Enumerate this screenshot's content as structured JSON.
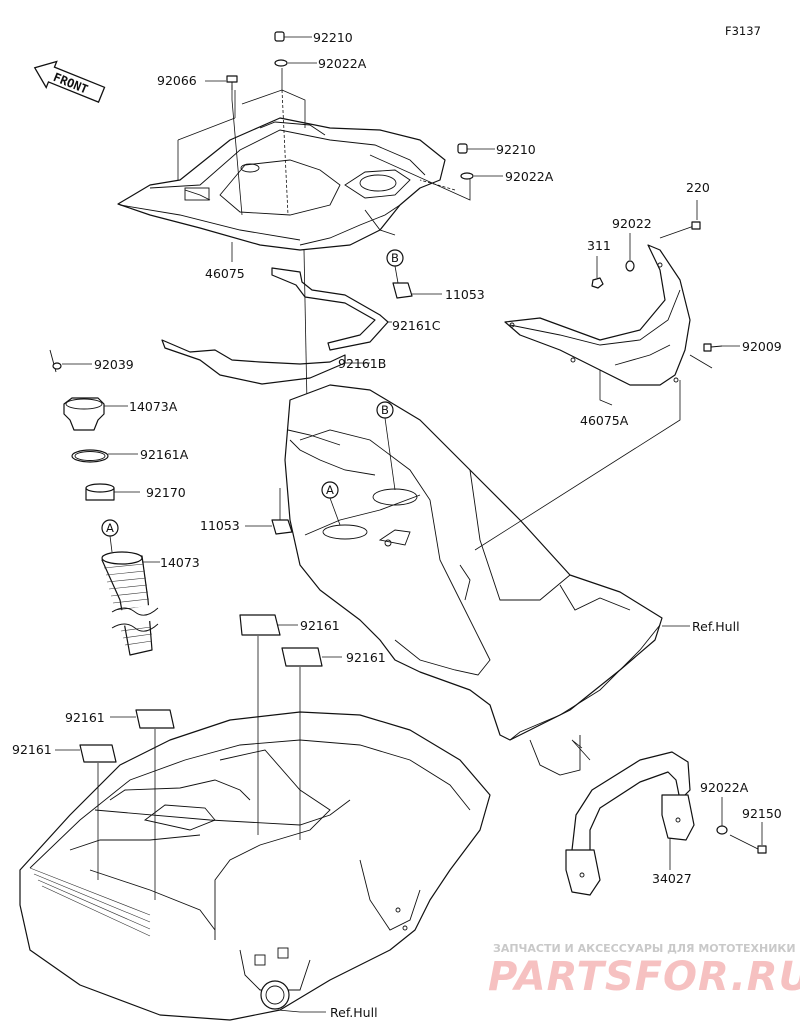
{
  "diagram_code": "F3137",
  "front_label": "FRONT",
  "callouts": {
    "a": "A",
    "b": "B"
  },
  "parts": {
    "p92210_top": "92210",
    "p92022A_top": "92022A",
    "p92066": "92066",
    "p92210_right": "92210",
    "p92022A_right": "92022A",
    "p46075": "46075",
    "p11053_top": "11053",
    "p92161C": "92161C",
    "p92161B": "92161B",
    "p92039": "92039",
    "p14073A": "14073A",
    "p92161A": "92161A",
    "p92170": "92170",
    "p11053_mid": "11053",
    "p14073": "14073",
    "p220": "220",
    "p92022": "92022",
    "p311": "311",
    "p92009": "92009",
    "p46075A": "46075A",
    "ref_hull_right": "Ref.Hull",
    "p92161_a": "92161",
    "p92161_b": "92161",
    "p92161_c": "92161",
    "p92161_d": "92161",
    "p92022A_bottom": "92022A",
    "p92150": "92150",
    "p34027": "34027",
    "ref_hull_bottom": "Ref.Hull"
  },
  "watermark": {
    "tagline": "ЗАПЧАСТИ И АКСЕССУАРЫ ДЛЯ МОТОТЕХНИКИ",
    "brand": "PARTSFOR.RU",
    "brand_color": "#e06666"
  }
}
